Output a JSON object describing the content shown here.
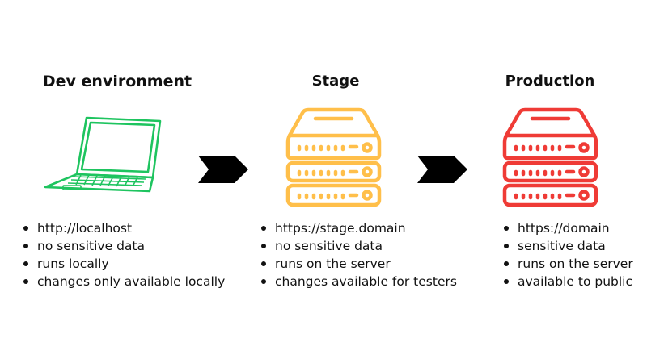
{
  "colors": {
    "dev": "#1ec45f",
    "stage": "#ffbf4a",
    "prod": "#ef3b36",
    "arrow": "#000000",
    "text": "#111111"
  },
  "columns": [
    {
      "title": "Dev environment",
      "icon": "laptop-icon",
      "items": [
        "http://localhost",
        "no sensitive data",
        "runs locally",
        "changes only available locally"
      ]
    },
    {
      "title": "Stage",
      "icon": "server-icon",
      "items": [
        "https://stage.domain",
        "no sensitive data",
        "runs on the server",
        "changes available for testers"
      ]
    },
    {
      "title": "Production",
      "icon": "server-icon",
      "items": [
        "https://domain",
        "sensitive data",
        "runs on the server",
        "available to public"
      ]
    }
  ],
  "connectors": [
    "arrow-icon",
    "arrow-icon"
  ]
}
